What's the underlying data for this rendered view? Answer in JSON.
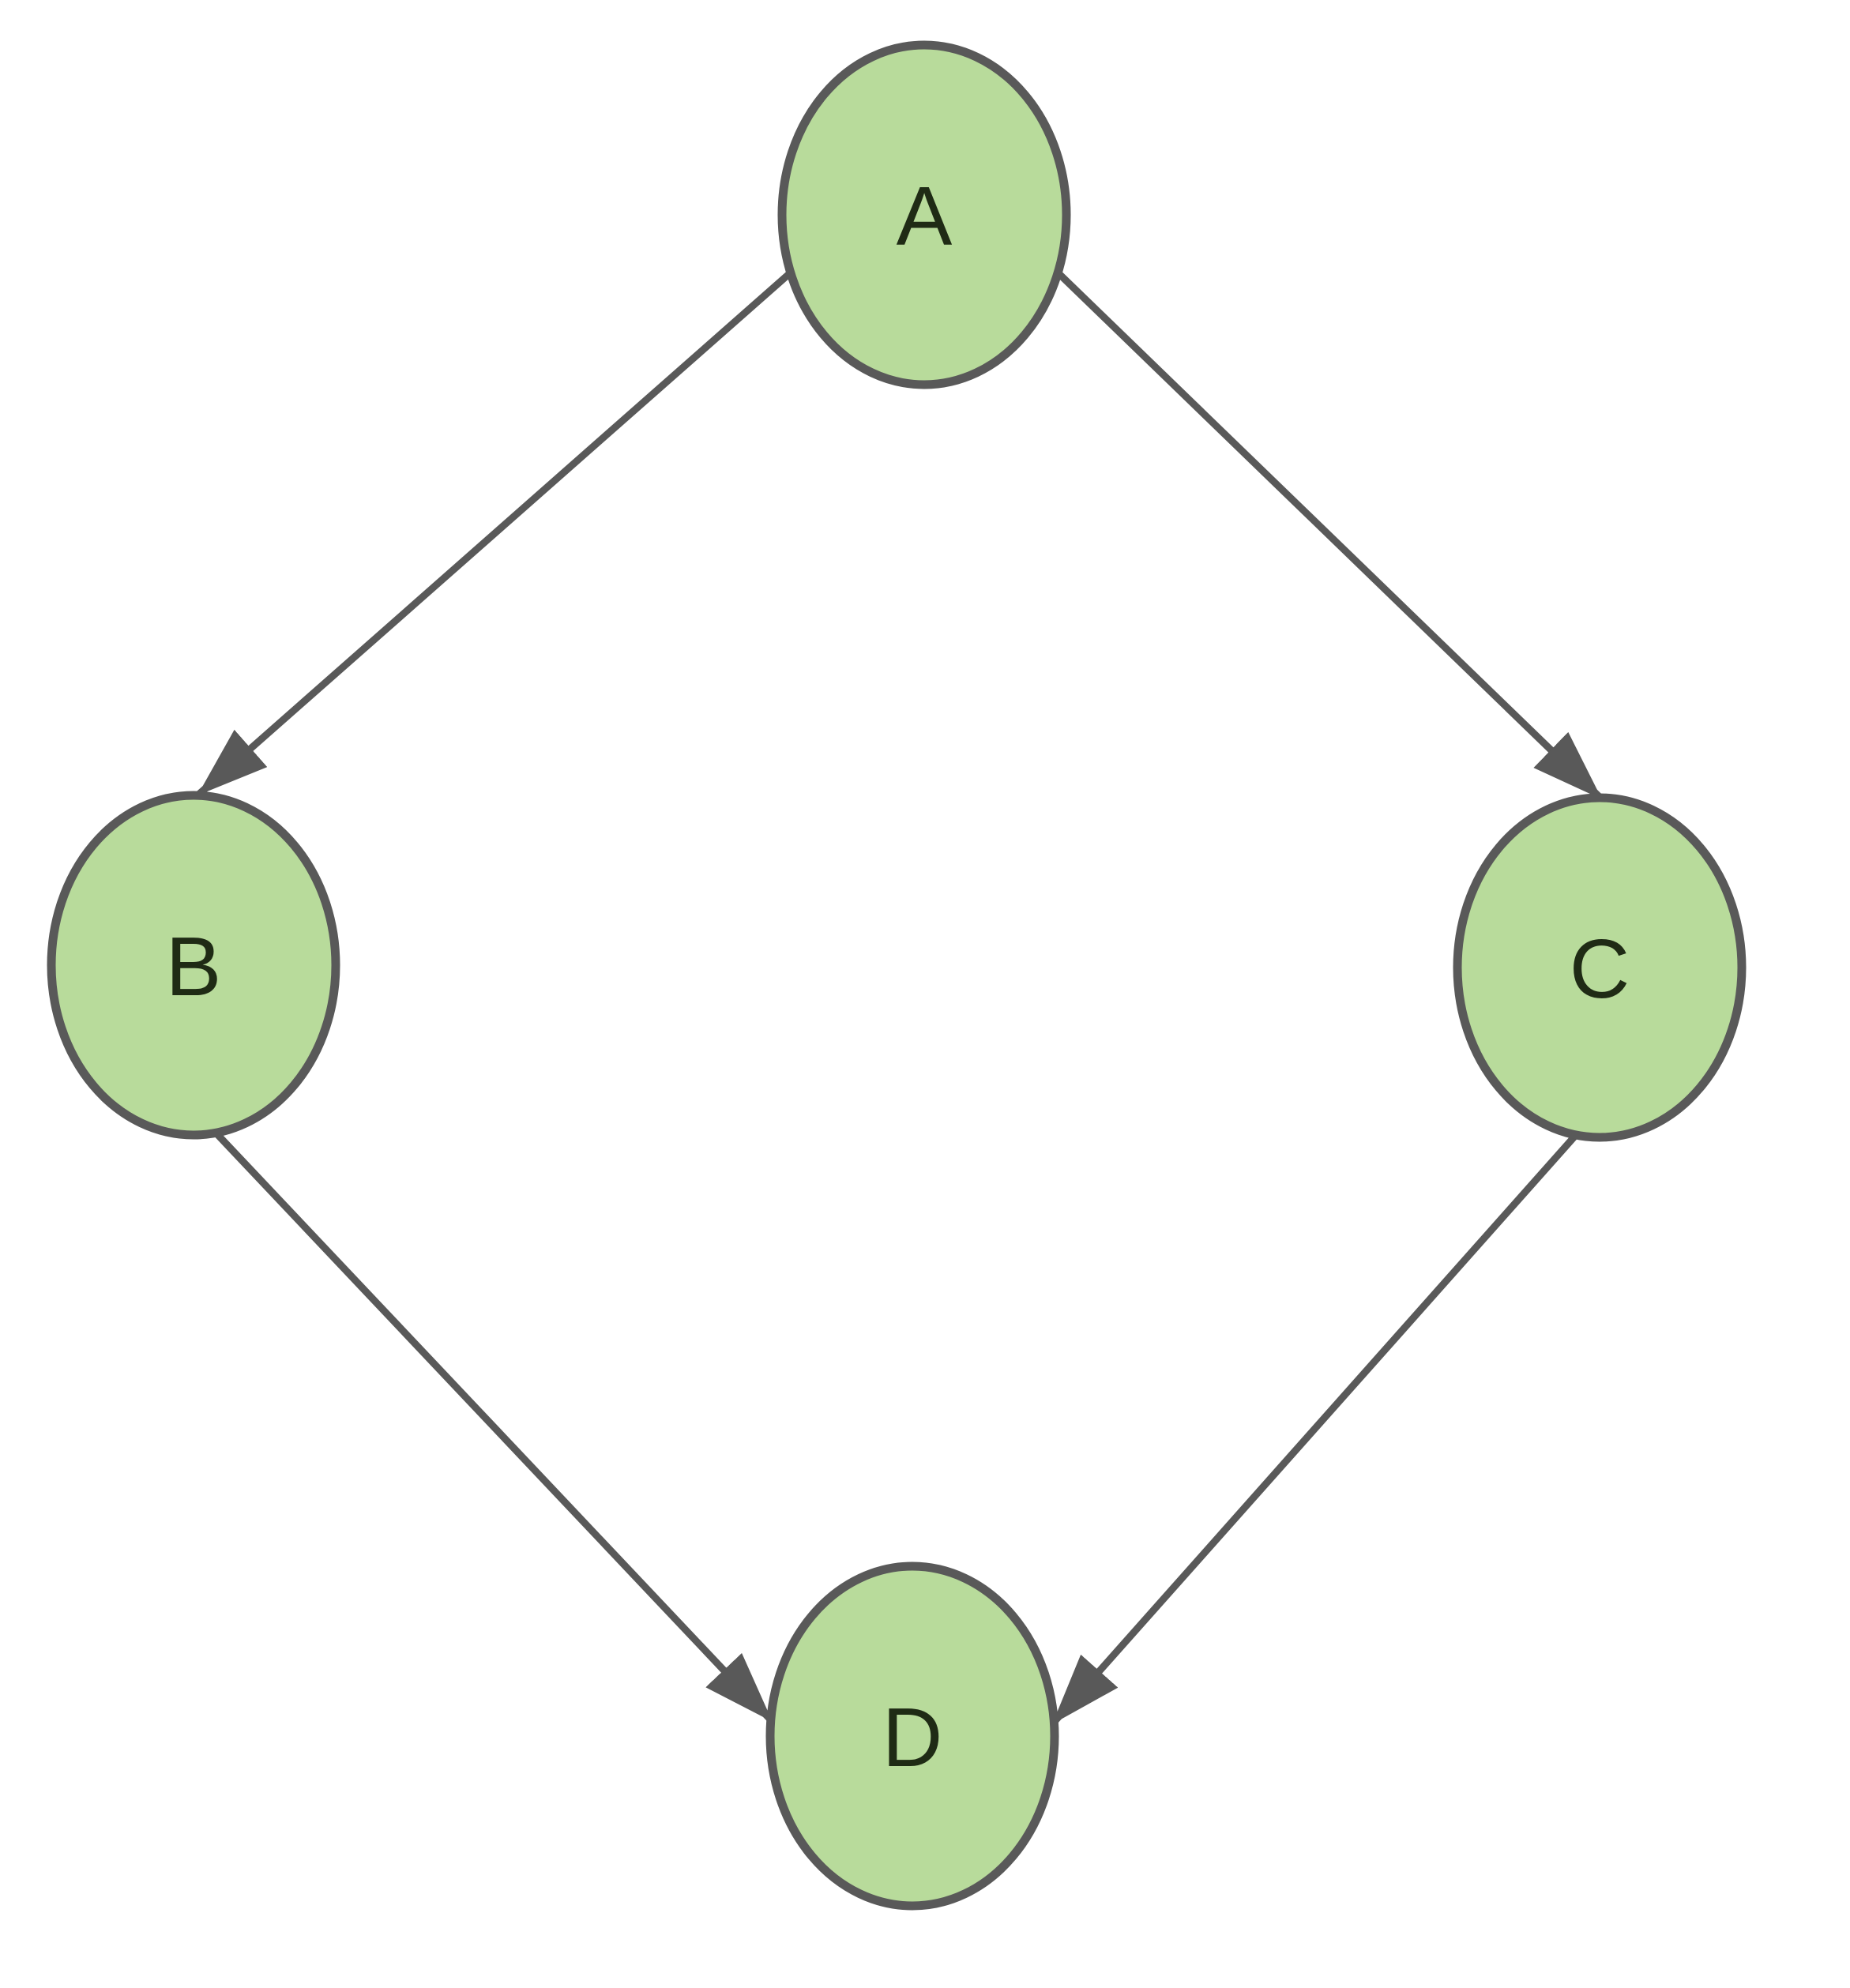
{
  "diagram": {
    "type": "directed-graph",
    "background": "#ffffff",
    "colors": {
      "node_fill": "#b8db9b",
      "node_stroke": "#595959",
      "edge": "#595959",
      "label": "#1f2b15"
    },
    "nodes": [
      {
        "id": "A",
        "label": "A"
      },
      {
        "id": "B",
        "label": "B"
      },
      {
        "id": "C",
        "label": "C"
      },
      {
        "id": "D",
        "label": "D"
      }
    ],
    "edges": [
      {
        "from": "A",
        "to": "B",
        "directed": true
      },
      {
        "from": "A",
        "to": "C",
        "directed": true
      },
      {
        "from": "B",
        "to": "D",
        "directed": true
      },
      {
        "from": "C",
        "to": "D",
        "directed": true
      }
    ]
  }
}
